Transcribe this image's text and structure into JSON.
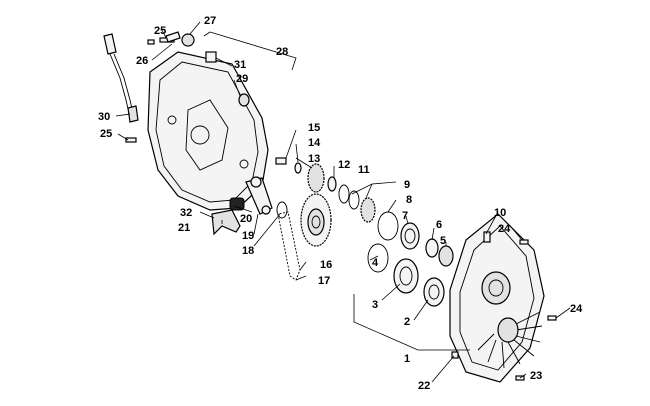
{
  "callouts": {
    "c1": "1",
    "c2": "2",
    "c3": "3",
    "c4": "4",
    "c5": "5",
    "c6": "6",
    "c7": "7",
    "c8": "8",
    "c9": "9",
    "c10": "10",
    "c11": "11",
    "c12": "12",
    "c13": "13",
    "c14": "14",
    "c15": "15",
    "c16": "16",
    "c17": "17",
    "c18": "18",
    "c19": "19",
    "c20": "20",
    "c21": "21",
    "c22": "22",
    "c23": "23",
    "c24a": "24",
    "c24b": "24",
    "c25a": "25",
    "c25b": "25",
    "c26": "26",
    "c27": "27",
    "c28": "28",
    "c29": "29",
    "c30": "30",
    "c31": "31",
    "c32": "32"
  }
}
